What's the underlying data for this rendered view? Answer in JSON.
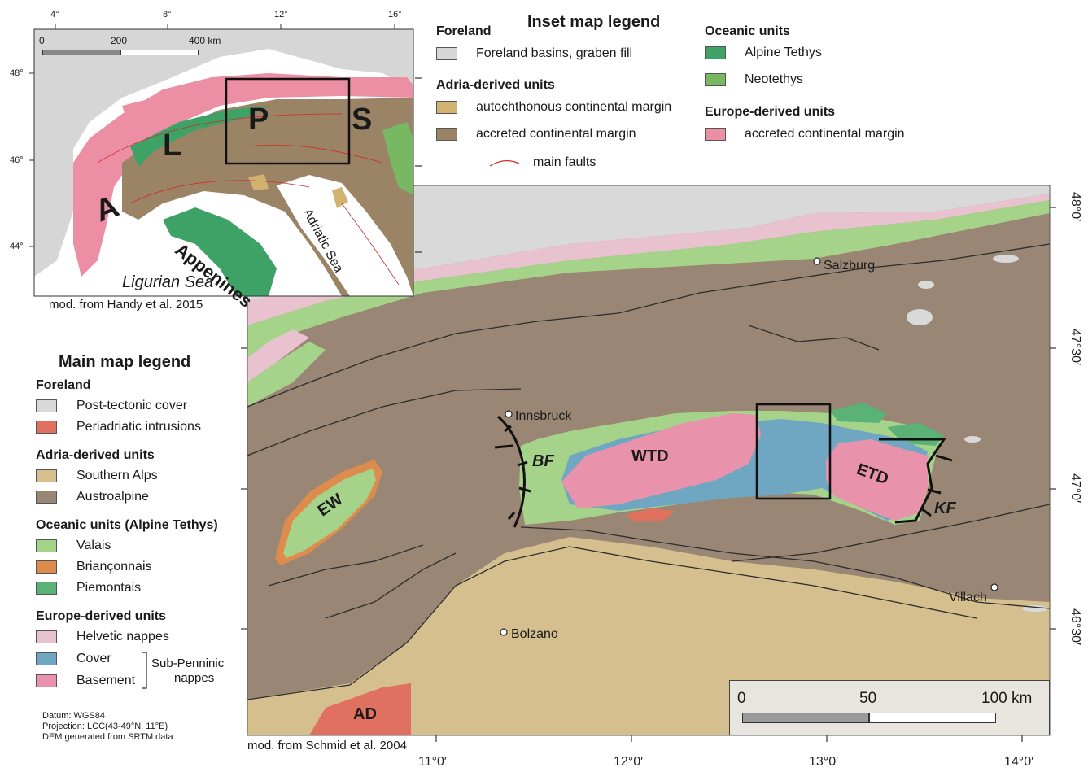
{
  "colors": {
    "austroalpine": "#9a8674",
    "southern_alps": "#d6bf8f",
    "foreland": "#d9d9d9",
    "valais": "#a6d38a",
    "brianconnais": "#de8c4e",
    "piemontais": "#5bb276",
    "helvetic": "#e8c3cf",
    "cover": "#6fa7c3",
    "basement": "#e892ab",
    "periadriatic": "#e07060",
    "inset_foreland": "#d6d6d6",
    "inset_autochthonous": "#d1b271",
    "inset_accreted_adria": "#9b8366",
    "inset_alpine_tethys": "#3ea266",
    "inset_neotethys": "#78b862",
    "inset_europe": "#ec8fa5",
    "fault": "#d22a2a"
  },
  "inset": {
    "ticks_top": [
      "4°",
      "8°",
      "12°",
      "16°"
    ],
    "ticks_left": [
      "48°",
      "46°",
      "44°"
    ],
    "scale": {
      "labels": [
        "0",
        "200",
        "400 km"
      ]
    },
    "labels": {
      "a": "A",
      "l": "L",
      "p": "P",
      "s": "S",
      "appenines": "Appenines",
      "adriatic": "Adriatic Sea",
      "ligurian": "Ligurian Sea"
    },
    "credit": "mod. from Handy et al. 2015"
  },
  "inset_legend": {
    "title": "Inset map legend",
    "foreland_header": "Foreland",
    "foreland_item": "Foreland basins, graben fill",
    "adria_header": "Adria-derived units",
    "adria_items": [
      "autochthonous continental margin",
      "accreted continental margin"
    ],
    "faults_label": "main faults",
    "oceanic_header": "Oceanic units",
    "oceanic_items": [
      "Alpine Tethys",
      "Neotethys"
    ],
    "europe_header": "Europe-derived units",
    "europe_item": "accreted continental margin"
  },
  "main_legend": {
    "title": "Main map legend",
    "foreland_header": "Foreland",
    "foreland_items": [
      "Post-tectonic cover",
      "Periadriatic intrusions"
    ],
    "adria_header": "Adria-derived units",
    "adria_items": [
      "Southern Alps",
      "Austroalpine"
    ],
    "oceanic_header": "Oceanic units (Alpine Tethys)",
    "oceanic_items": [
      "Valais",
      "Briançonnais",
      "Piemontais"
    ],
    "europe_header": "Europe-derived units",
    "europe_items": [
      "Helvetic nappes",
      "Cover",
      "Basement"
    ],
    "subpenninic": "Sub-Penninic",
    "nappes": "nappes",
    "datum": "Datum: WGS84",
    "projection": "Projection: LCC(43-49°N, 11°E)",
    "dem": "DEM generated from SRTM data"
  },
  "main_map": {
    "ticks_bottom": [
      "11°0′",
      "12°0′",
      "13°0′",
      "14°0′"
    ],
    "ticks_right": [
      "48°0′",
      "47°30′",
      "47°0′",
      "46°30′"
    ],
    "cities": [
      "Innsbruck",
      "Salzburg",
      "Bolzano",
      "Villach"
    ],
    "units": {
      "ew": "EW",
      "wtd": "WTD",
      "etd": "ETD",
      "bf": "BF",
      "kf": "KF",
      "ad": "AD"
    },
    "scale": {
      "labels": [
        "0",
        "50",
        "100 km"
      ]
    },
    "credit": "mod. from Schmid et al. 2004"
  }
}
